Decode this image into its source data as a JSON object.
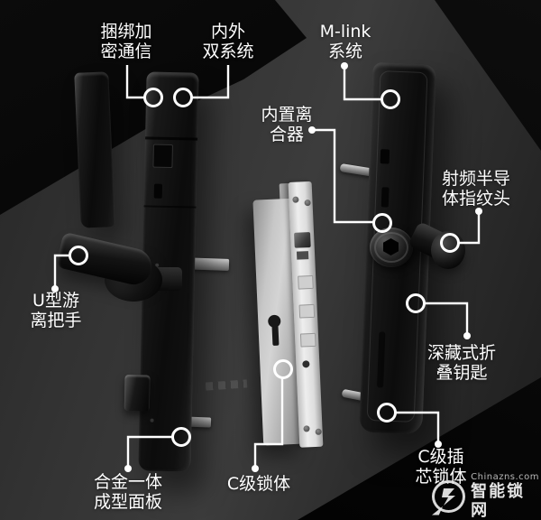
{
  "diagram": {
    "labels": {
      "bundle_encryption": {
        "line1": "捆绑加",
        "line2": "密通信"
      },
      "dual_system": {
        "line1": "内外",
        "line2": "双系统"
      },
      "mlink_system": {
        "line1": "M-link",
        "line2": "系统"
      },
      "builtin_clutch": {
        "line1": "内置离",
        "line2": "合器"
      },
      "rf_fingerprint": {
        "line1": "射频半导",
        "line2": "体指纹头"
      },
      "u_handle": {
        "line1": "U型游",
        "line2": "离把手"
      },
      "hidden_folding_key": {
        "line1": "深藏式折",
        "line2": "叠钥匙"
      },
      "alloy_panel": {
        "line1": "合金一体",
        "line2": "成型面板"
      },
      "lock_body": {
        "line1": "C级锁体"
      },
      "mortise_cylinder": {
        "line1": "C级插",
        "line2": "芯锁体"
      }
    }
  },
  "watermark": {
    "domain": "Chinazns.com",
    "site_name": "智能锁网"
  },
  "colors": {
    "callout": "#ffffff",
    "label_text": "#ffffff",
    "background_gray": "#353535",
    "facet_black": "#060606",
    "panel_black": "#0d0d0d",
    "metal_light": "#d9d9d9"
  }
}
